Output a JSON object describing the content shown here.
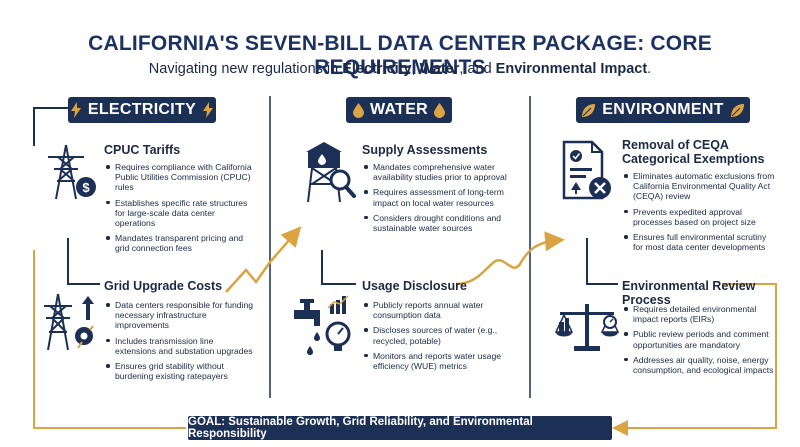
{
  "title": "CALIFORNIA'S SEVEN-BILL DATA CENTER PACKAGE: CORE REQUIREMENTS",
  "subtitle": {
    "prefix": "Navigating new regulations in ",
    "electricity": "Electricity",
    "sep1": ", ",
    "water": "Water",
    "sep2": ", and ",
    "environment": "Environmental Impact",
    "suffix": "."
  },
  "colors": {
    "navy": "#1c2f55",
    "gold": "#d9a441",
    "text": "#1b2a44"
  },
  "columns": {
    "electricity": {
      "badge": "ELECTRICITY",
      "badge_icon": "lightning-bolt-icon",
      "sections": [
        {
          "title": "CPUC Tariffs",
          "icon": "power-tower-dollar-icon",
          "bullets": [
            "Requires compliance with California Public Utilities Commission (CPUC) rules",
            "Establishes specific rate structures for large-scale data center operations",
            "Mandates transparent pricing and grid connection fees"
          ]
        },
        {
          "title": "Grid Upgrade Costs",
          "icon": "power-tower-gear-icon",
          "bullets": [
            "Data centers responsible for funding necessary infrastructure improvements",
            "Includes transmission line extensions and substation upgrades",
            "Ensures grid stability without burdening existing ratepayers"
          ]
        }
      ]
    },
    "water": {
      "badge": "WATER",
      "badge_icon": "water-drop-icon",
      "sections": [
        {
          "title": "Supply Assessments",
          "icon": "water-tower-magnifier-icon",
          "bullets": [
            "Mandates comprehensive water availability studies prior to approval",
            "Requires assessment of long-term impact on local water resources",
            "Considers drought conditions and sustainable water sources"
          ]
        },
        {
          "title": "Usage Disclosure",
          "icon": "faucet-meter-icon",
          "bullets": [
            "Publicly reports annual water consumption data",
            "Discloses sources of water (e.g., recycled, potable)",
            "Monitors and reports water usage efficiency (WUE) metrics"
          ]
        }
      ]
    },
    "environment": {
      "badge": "ENVIRONMENT",
      "badge_icon": "leaf-icon",
      "sections": [
        {
          "title": "Removal of CEQA Categorical Exemptions",
          "icon": "document-reject-icon",
          "bullets": [
            "Eliminates automatic exclusions from California Environmental Quality Act (CEQA) review",
            "Prevents expedited approval processes based on project size",
            "Ensures full environmental scrutiny for most data center developments"
          ]
        },
        {
          "title": "Environmental Review Process",
          "icon": "balance-scale-icon",
          "bullets": [
            "Requires detailed environmental impact reports (EIRs)",
            "Public review periods and comment opportunities are mandatory",
            "Addresses air quality, noise, energy consumption, and ecological impacts"
          ]
        }
      ]
    }
  },
  "goal": "GOAL: Sustainable Growth, Grid Reliability, and Environmental Responsibility"
}
